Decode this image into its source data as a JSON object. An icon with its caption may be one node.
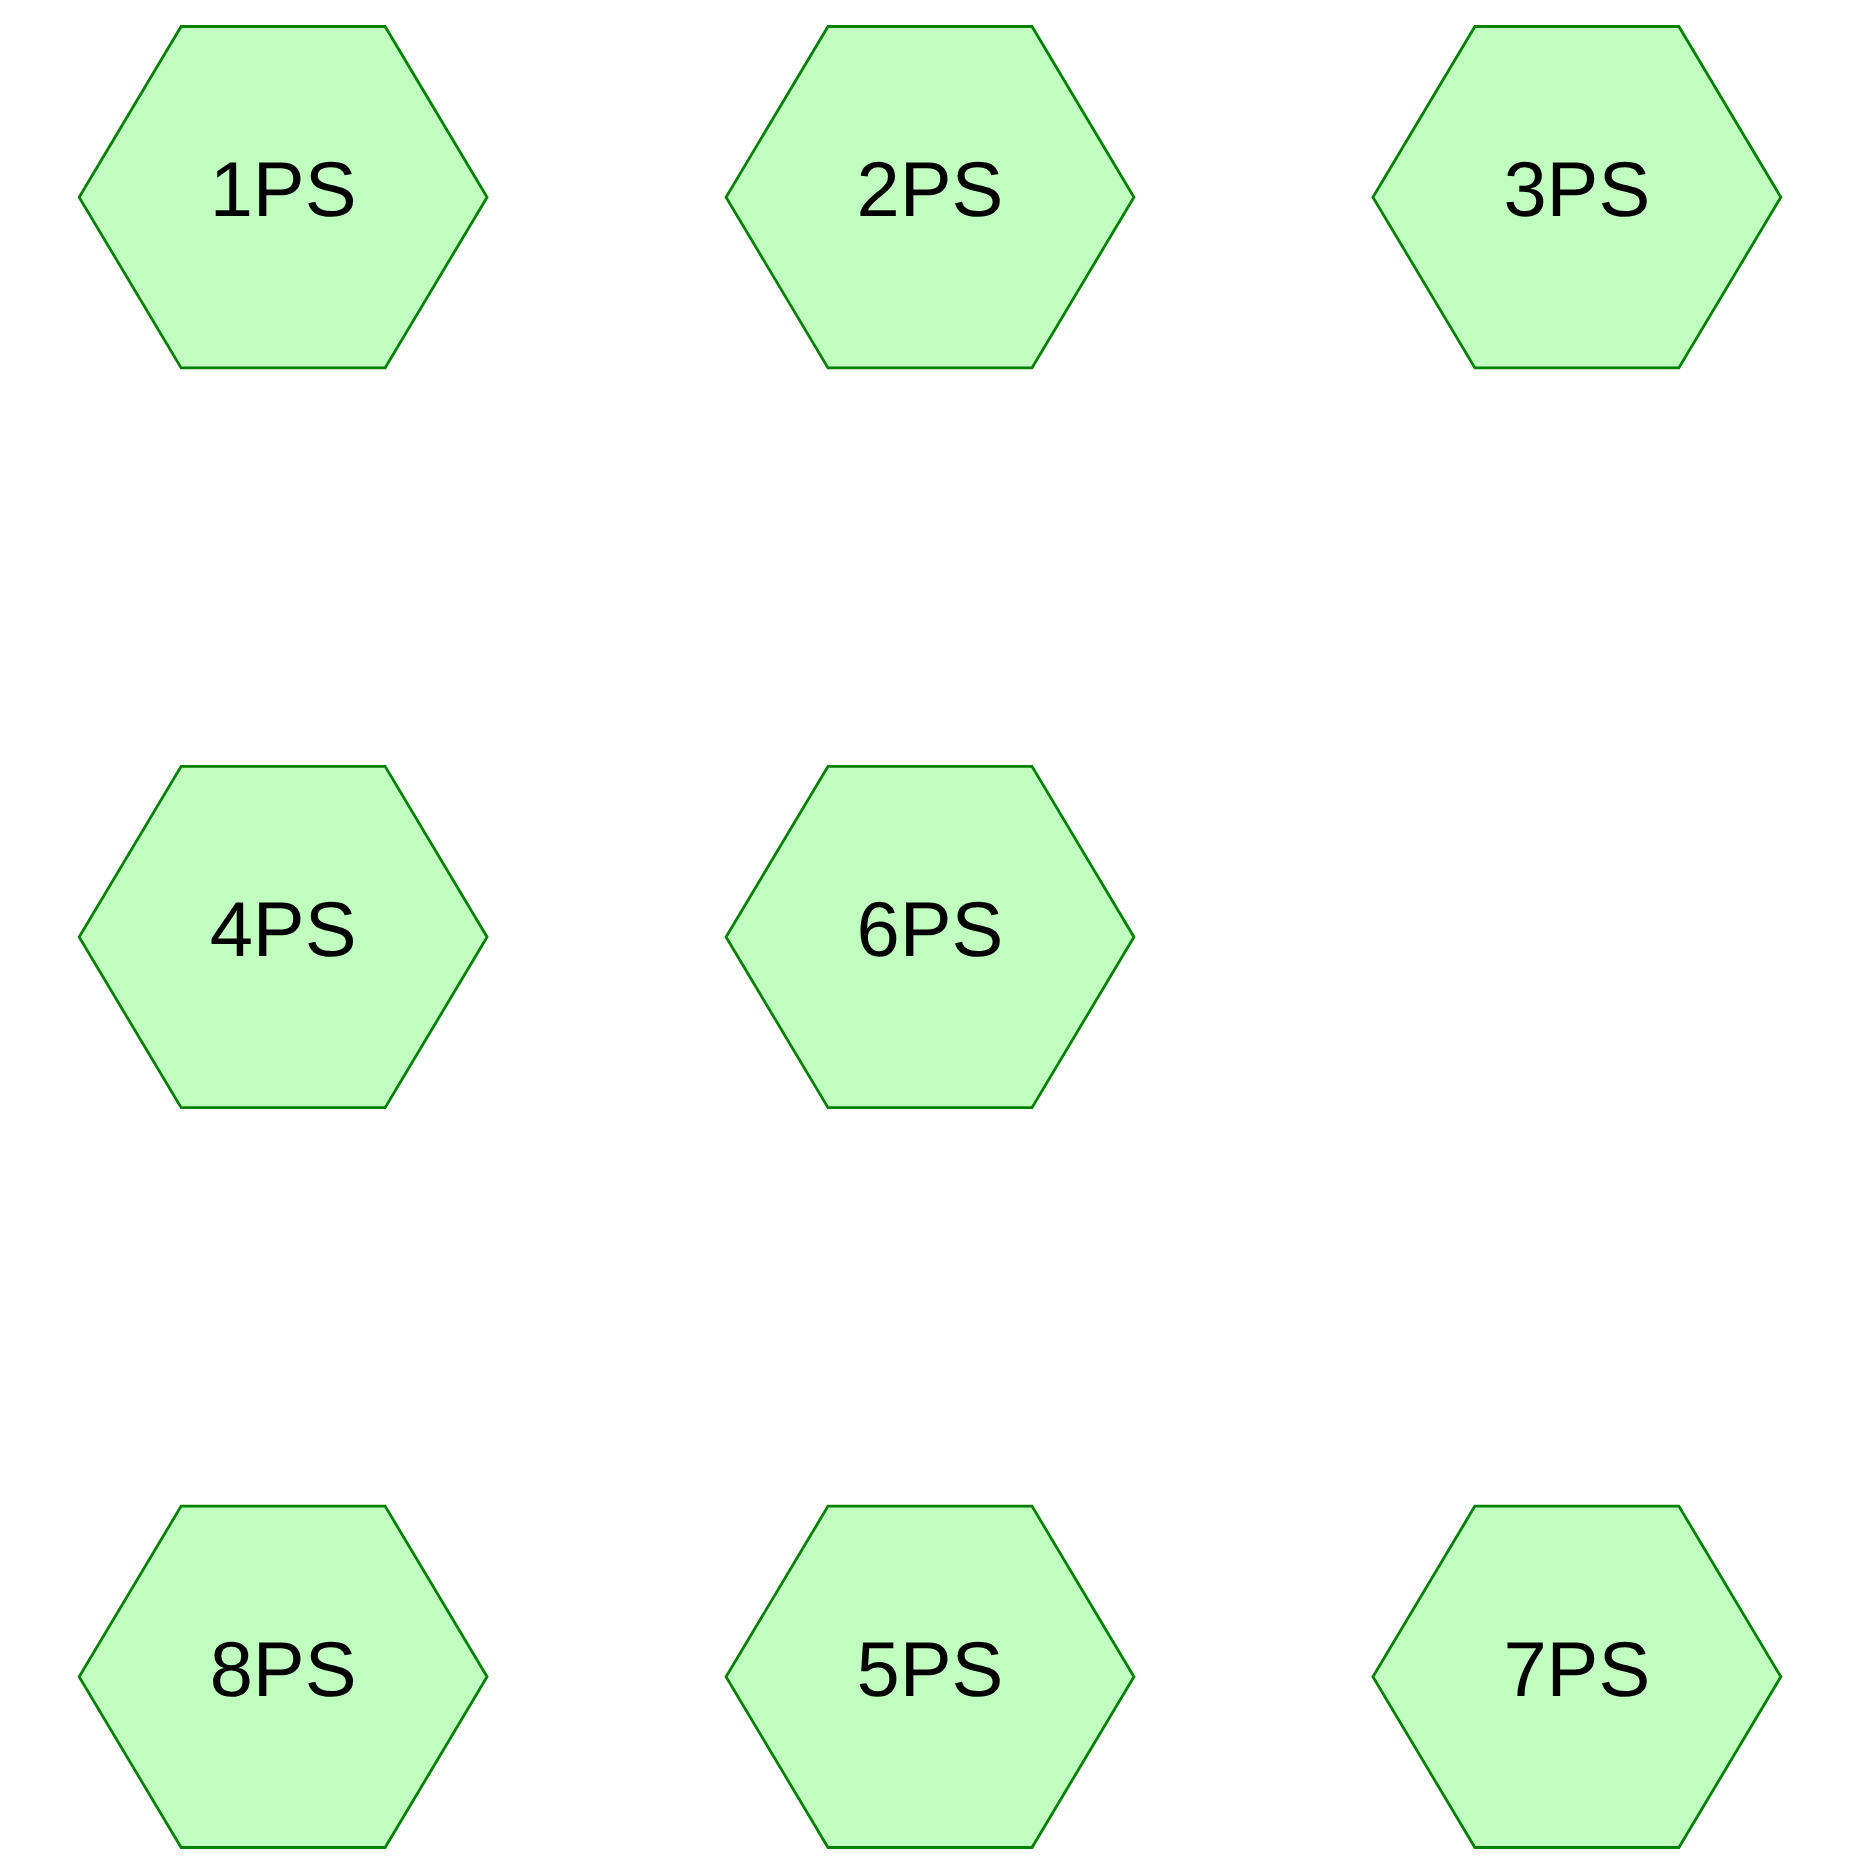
{
  "diagram": {
    "nodes": [
      {
        "text": [
          "1PS"
        ]
      },
      {
        "text": [
          "2PS"
        ]
      },
      {
        "text": [
          "3PS"
        ]
      },
      {
        "text": [
          "4PS"
        ]
      },
      {
        "text": [
          "6PS"
        ]
      },
      {
        "text": [
          "8PS"
        ]
      },
      {
        "text": [
          "5PS"
        ]
      },
      {
        "text": [
          "7PS"
        ]
      }
    ]
  }
}
